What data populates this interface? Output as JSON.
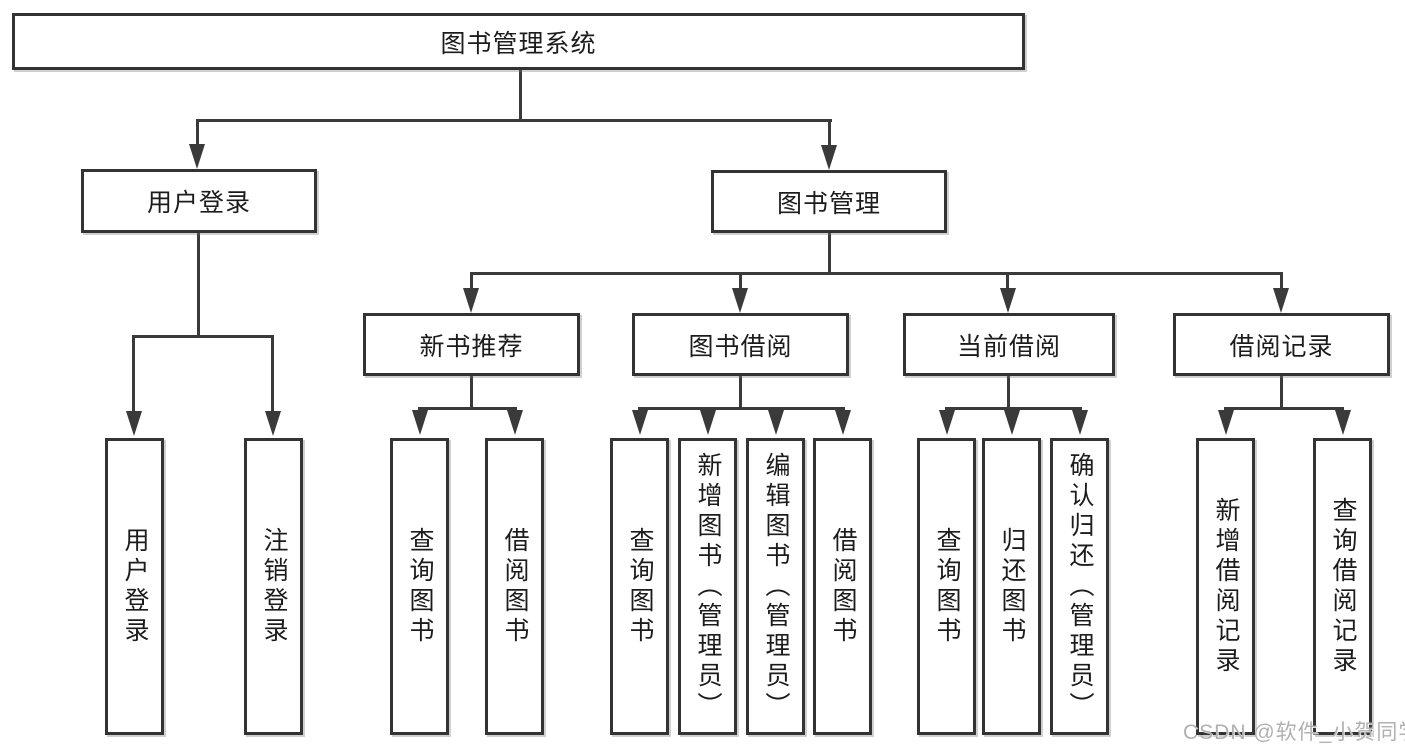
{
  "diagram": {
    "title": "图书管理系统",
    "colors": {
      "line": "#3a3a3a",
      "border": "#333333",
      "text": "#1c1c1c",
      "watermark": "#b1b1b1",
      "background": "#ffffff"
    },
    "nodes": {
      "root": "图书管理系统",
      "user_login": "用户登录",
      "book_mgmt": "图书管理",
      "new_books": "新书推荐",
      "book_borrow": "图书借阅",
      "current_borrow": "当前借阅",
      "borrow_records": "借阅记录",
      "leaf_user_login": "用户登录",
      "leaf_logout": "注销登录",
      "leaf_nb_query": "查询图书",
      "leaf_nb_borrow": "借阅图书",
      "leaf_bb_query": "查询图书",
      "leaf_bb_add": "新增图书（管理员）",
      "leaf_bb_edit": "编辑图书（管理员）",
      "leaf_bb_borrow": "借阅图书",
      "leaf_cb_query": "查询图书",
      "leaf_cb_return": "归还图书",
      "leaf_cb_confirm": "确认归还（管理员）",
      "leaf_br_add": "新增借阅记录",
      "leaf_br_query": "查询借阅记录"
    },
    "hierarchy": {
      "图书管理系统": {
        "用户登录": [
          "用户登录",
          "注销登录"
        ],
        "图书管理": {
          "新书推荐": [
            "查询图书",
            "借阅图书"
          ],
          "图书借阅": [
            "查询图书",
            "新增图书（管理员）",
            "编辑图书（管理员）",
            "借阅图书"
          ],
          "当前借阅": [
            "查询图书",
            "归还图书",
            "确认归还（管理员）"
          ],
          "借阅记录": [
            "新增借阅记录",
            "查询借阅记录"
          ]
        }
      }
    }
  },
  "watermark": "CSDN @软件_小贺同学"
}
